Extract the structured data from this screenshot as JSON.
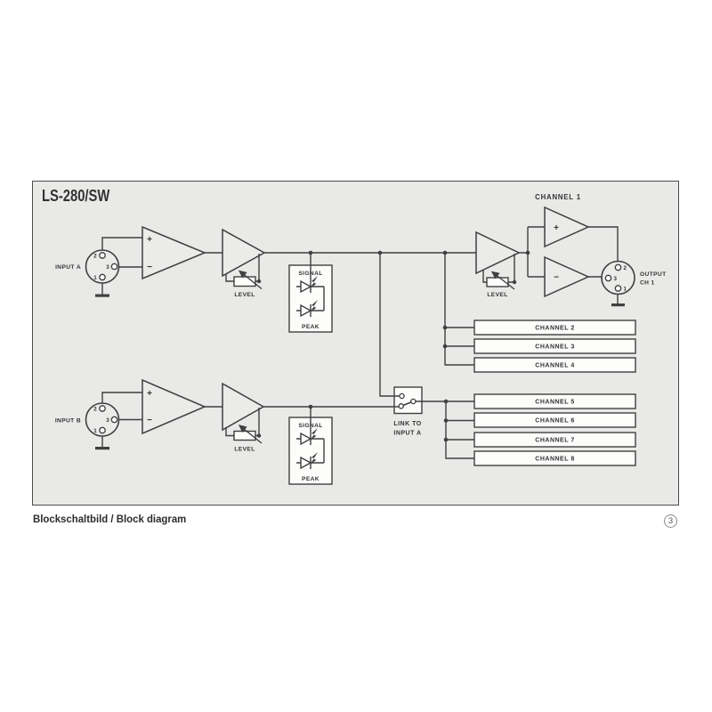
{
  "title": "LS-280/SW",
  "caption": "Blockschaltbild / Block diagram",
  "page_number": "3",
  "labels": {
    "channel1": "CHANNEL 1",
    "input_a": "INPUT A",
    "input_b": "INPUT B",
    "output_line1": "OUTPUT",
    "output_line2": "CH 1",
    "level": "LEVEL",
    "signal": "SIGNAL",
    "peak": "PEAK",
    "link_line1": "LINK TO",
    "link_line2": "INPUT A",
    "plus": "+",
    "minus": "−",
    "pin1": "1",
    "pin2": "2",
    "pin3": "3"
  },
  "channels_top": [
    "CHANNEL 2",
    "CHANNEL 3",
    "CHANNEL 4"
  ],
  "channels_bottom": [
    "CHANNEL 5",
    "CHANNEL 6",
    "CHANNEL 7",
    "CHANNEL 8"
  ],
  "colors": {
    "page_bg": "#ffffff",
    "panel_bg": "#e9e9e8",
    "line": "#3f3f3f",
    "box_bg": "#fcfcfb",
    "border": "#4a4a4a"
  }
}
